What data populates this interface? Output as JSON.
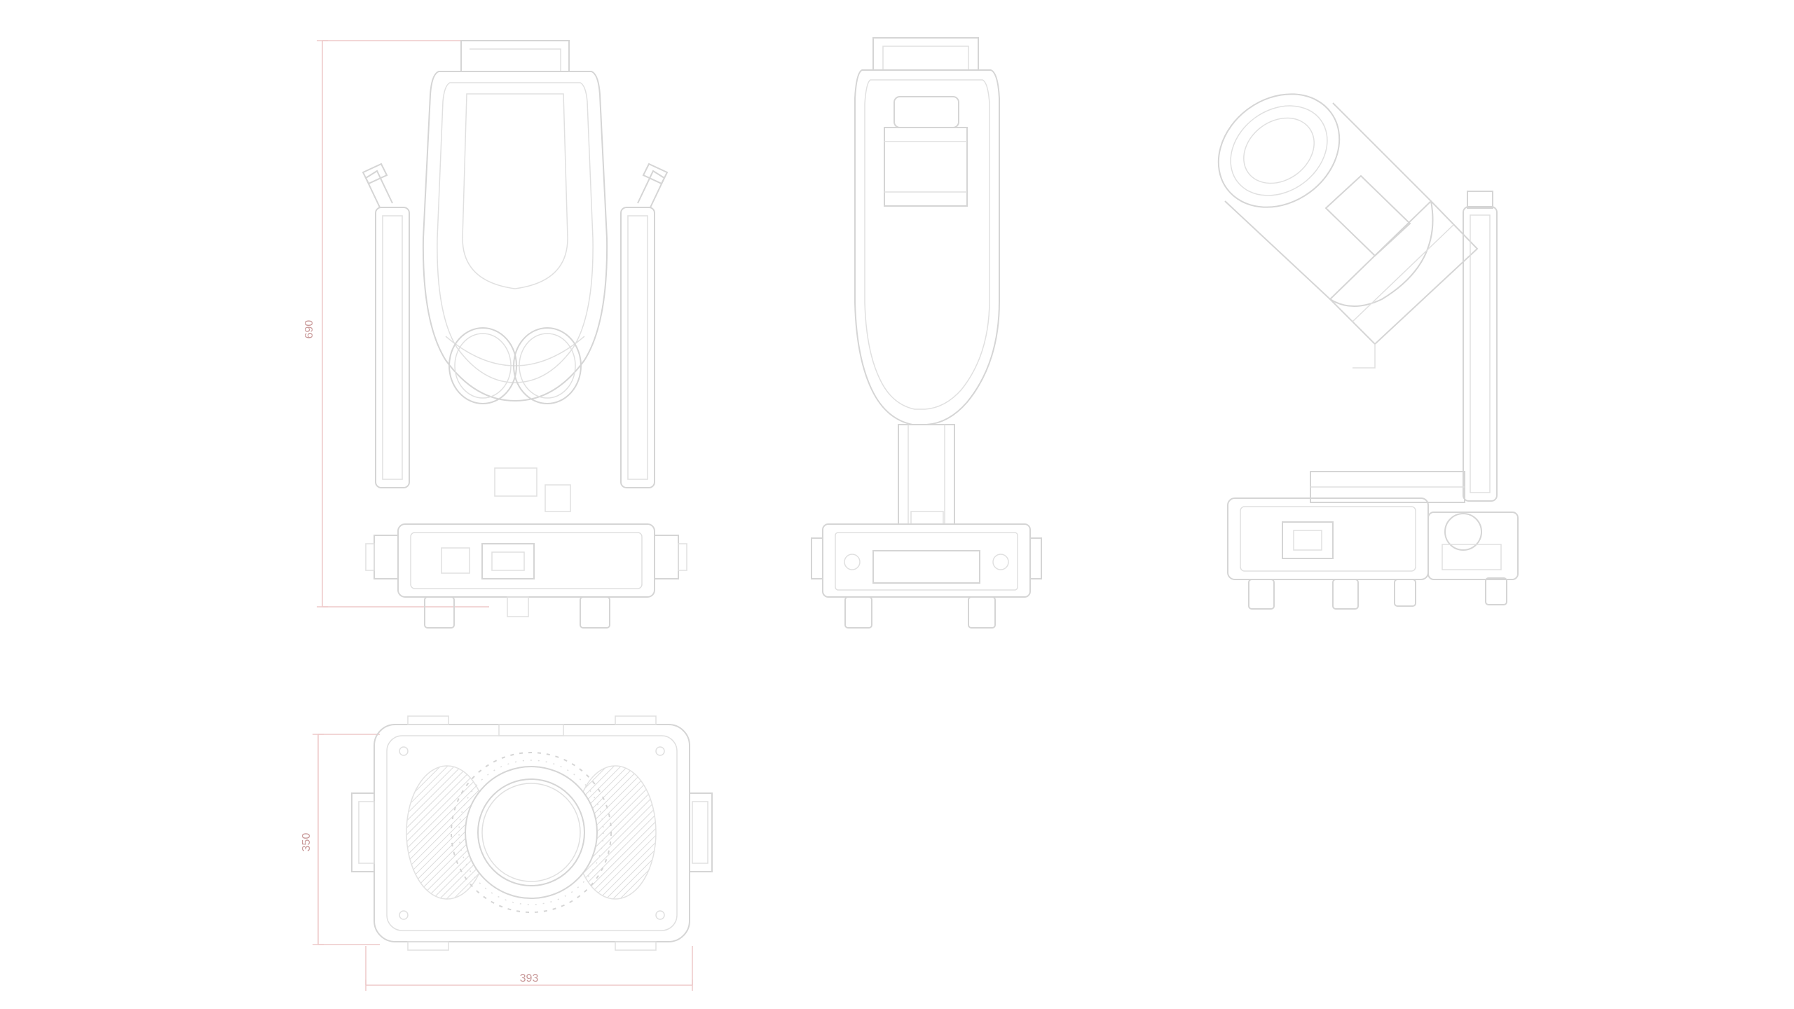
{
  "drawing": {
    "type": "technical-orthographic-views",
    "dimensions": {
      "front_height": "690",
      "top_depth": "350",
      "top_width": "393"
    },
    "colors": {
      "line": "#d5d5d5",
      "line_soft": "#e0e0e0",
      "dimension_line": "#edc9c9",
      "dimension_text": "#c99a9a",
      "background": "#ffffff"
    }
  }
}
